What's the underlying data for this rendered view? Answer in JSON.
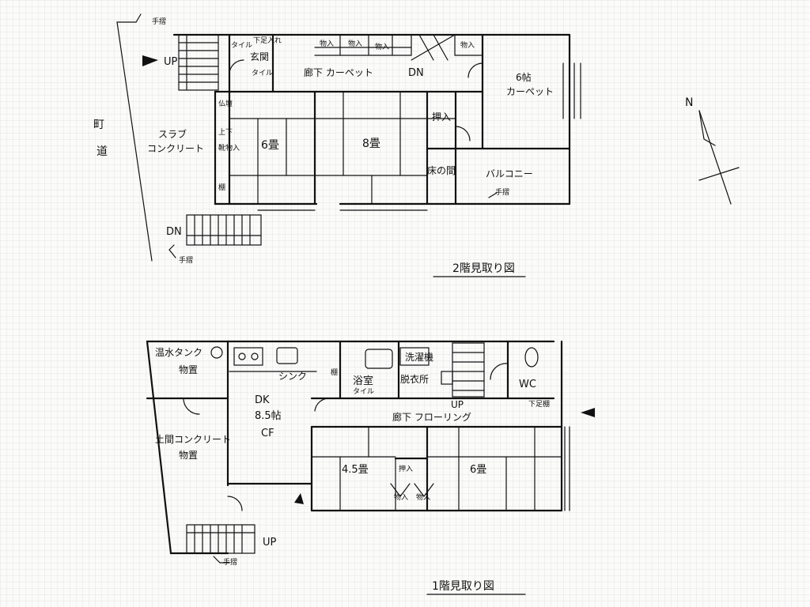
{
  "floor2": {
    "title": "2階見取り図",
    "rooms": {
      "genkan": "玄関",
      "genkan_floor": "タイル",
      "tile": "タイル",
      "geta": "下足入れ",
      "storage1": "物入",
      "storage2": "物入",
      "storage3": "物入",
      "storage4": "物入",
      "corridor": "廊下 カーペット",
      "down": "DN",
      "six_jo_left": "6畳",
      "eight_jo": "8畳",
      "oshiire": "押入",
      "tokonoma": "床の間",
      "butsudan": "仏壇",
      "kamige": "上下",
      "kutsu": "靴物入",
      "tana": "棚",
      "room_6cho": "6帖",
      "room_6cho_floor": "カーペット",
      "balcony": "バルコニー",
      "slab": "スラブ",
      "concrete": "コンクリート"
    },
    "stair_up": "UP",
    "stair_down": "DN",
    "handrail_top": "手摺",
    "handrail_bottom": "手摺",
    "handrail_balcony": "手摺"
  },
  "street": {
    "char1": "町",
    "char2": "道"
  },
  "compass": {
    "label": "N"
  },
  "floor1": {
    "title": "1階見取り図",
    "rooms": {
      "water_tank": "温水タンク",
      "storage_top": "物置",
      "doma": "土間コンクリート",
      "storage_bottom": "物置",
      "dk": "DK",
      "dk_size": "8.5帖",
      "dk_floor": "CF",
      "sink": "シンク",
      "bath": "浴室",
      "bath_floor": "タイル",
      "washer": "洗濯機",
      "dressing": "脱衣所",
      "wc": "WC",
      "geta": "下足棚",
      "corridor": "廊下 フローリング",
      "up_inner": "UP",
      "four_half": "4.5畳",
      "six_jo": "6畳",
      "oshiire": "押入",
      "storage_a": "物入",
      "storage_b": "物入",
      "tana": "棚"
    },
    "stair_up": "UP",
    "handrail": "手摺"
  }
}
